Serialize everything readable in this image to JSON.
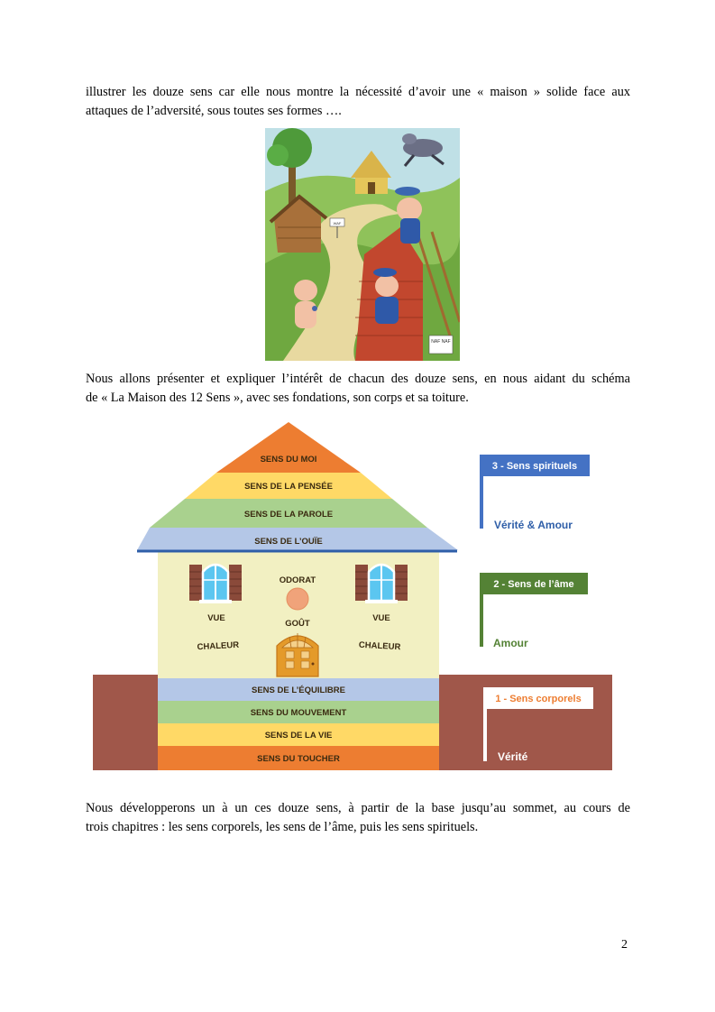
{
  "document": {
    "para1": [
      "illustrer les douze sens car elle nous montre la nécessité d’avoir une « maison » solide face aux",
      "attaques de l’adversité, sous toutes ses formes …."
    ],
    "para2": [
      "Nous allons présenter et expliquer l’intérêt de chacun des douze sens, en nous aidant du schéma",
      "de « La Maison des 12 Sens », avec ses fondations, son corps et sa toiture."
    ],
    "para3": [
      "Nous développerons un à un ces douze sens, à partir de la base jusqu’au sommet, au cours de",
      "trois chapitres : les sens corporels, les sens de l’âme, puis les sens spirituels."
    ],
    "page_number": "2"
  },
  "illustration": {
    "signs": [
      "WAF",
      "NAF NAF"
    ]
  },
  "diagram": {
    "roof": [
      "SENS DU MOI",
      "SENS DE LA PENSÉE",
      "SENS DE LA PAROLE",
      "SENS DE L’OUÏE"
    ],
    "body": {
      "odorat": "ODORAT",
      "gout": "GOÛT",
      "vue_left": "VUE",
      "vue_right": "VUE",
      "chaleur_left": "CHALEUR",
      "chaleur_right": "CHALEUR"
    },
    "foundation": [
      "SENS DE L’ÉQUILIBRE",
      "SENS DU MOUVEMENT",
      "SENS DE LA VIE",
      "SENS DU TOUCHER"
    ],
    "categories": {
      "spirituels_label": "3 - Sens spirituels",
      "spirituels_value": "Vérité & Amour",
      "ame_label": "2 - Sens de l’âme",
      "ame_value": "Amour",
      "corporels_label": "1 - Sens corporels",
      "corporels_value": "Vérité"
    },
    "colors": {
      "blue": "#4472c4",
      "green": "#548235",
      "orange": "#ed7d31",
      "yellow": "#ffd966",
      "light_green": "#a9d18e",
      "light_blue": "#b4c7e7",
      "brown": "#a0574a",
      "cream": "#f2f0c2"
    }
  }
}
